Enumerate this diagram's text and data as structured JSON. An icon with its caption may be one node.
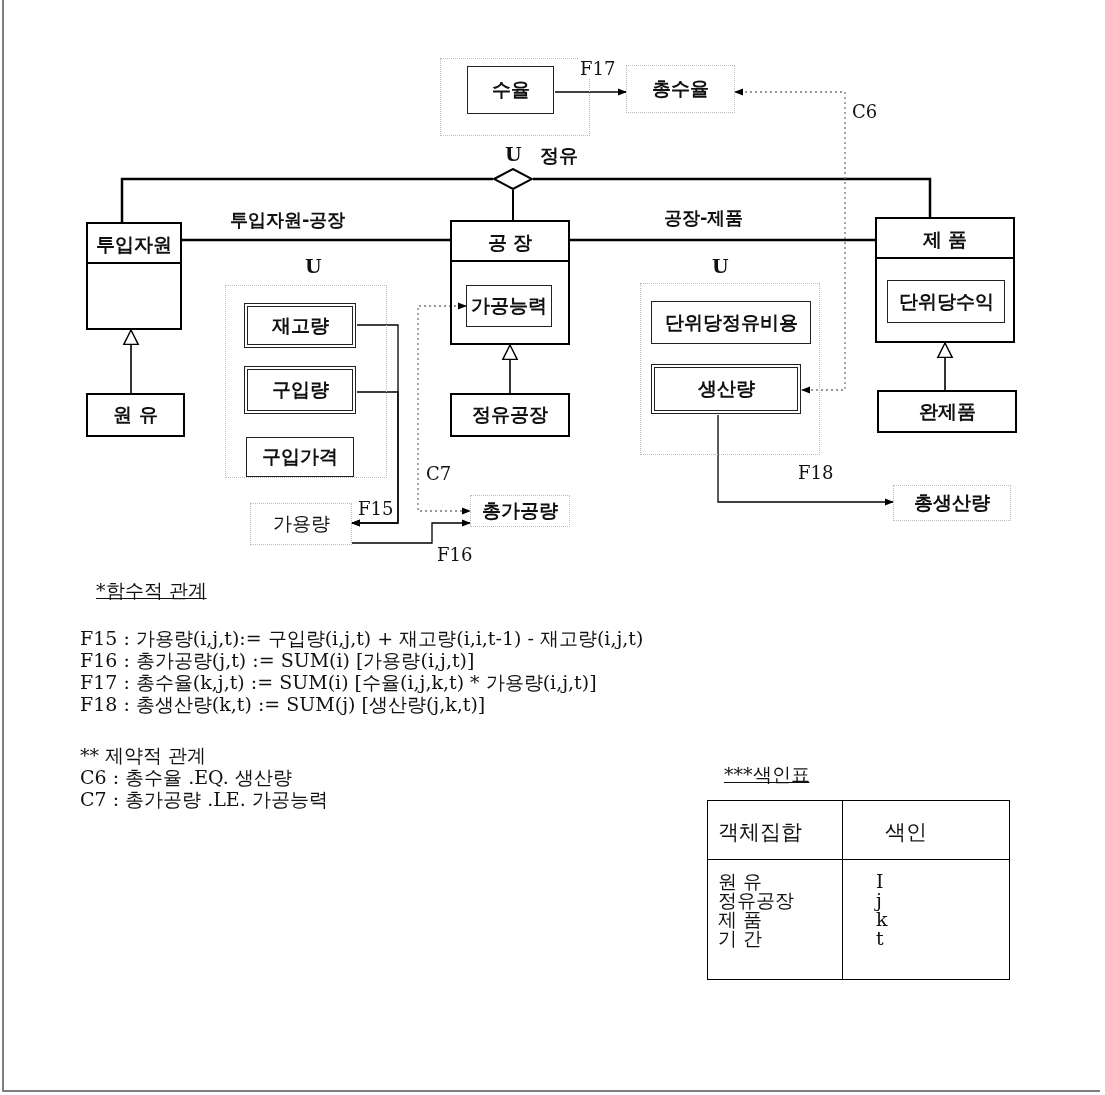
{
  "diagram": {
    "nodes": [
      {
        "text": [
          "투입자원"
        ]
      },
      {
        "text": [
          "공 장"
        ]
      },
      {
        "text": [
          "제 품"
        ]
      },
      {
        "text": [
          "원 유"
        ]
      },
      {
        "text": [
          "정유공장"
        ]
      },
      {
        "text": [
          "완제품"
        ]
      },
      {
        "text": [
          "가공능력"
        ],
        "in": 1
      },
      {
        "text": [
          "단위당수익"
        ],
        "in": 2
      },
      {
        "text": [],
        "shape": "diamond"
      },
      {
        "text": [],
        "shape": "box"
      },
      {
        "text": [
          "수율"
        ],
        "in": 9
      },
      {
        "text": [
          "총수율"
        ]
      },
      {
        "text": [],
        "shape": "box"
      },
      {
        "text": [
          "재고량"
        ],
        "in": 12
      },
      {
        "text": [
          "구입량"
        ],
        "in": 12
      },
      {
        "text": [
          "구입가격"
        ],
        "in": 12
      },
      {
        "text": [
          "가용량"
        ]
      },
      {
        "text": [
          "총가공량"
        ]
      },
      {
        "text": [],
        "shape": "box"
      },
      {
        "text": [
          "단위당정유비용"
        ],
        "in": 18
      },
      {
        "text": [
          "생산량"
        ],
        "in": 18
      },
      {
        "text": [
          "총생산량"
        ]
      }
    ],
    "edges": [
      {
        "from": 0,
        "to": 1,
        "arrow": "none",
        "label": "투입자원-공장"
      },
      {
        "from": 1,
        "to": 2,
        "arrow": "none",
        "label": "공장-제품"
      },
      {
        "from": 0,
        "to": 8,
        "arrow": "none"
      },
      {
        "from": 8,
        "to": 1,
        "arrow": "none"
      },
      {
        "from": 8,
        "to": 2,
        "arrow": "none"
      },
      {
        "from": 3,
        "to": 0,
        "arrow": "to"
      },
      {
        "from": 4,
        "to": 1,
        "arrow": "to"
      },
      {
        "from": 5,
        "to": 2,
        "arrow": "to"
      },
      {
        "from": 10,
        "to": 11,
        "arrow": "to",
        "label": "F17"
      },
      {
        "from": 13,
        "to": 16,
        "arrow": "to",
        "label": "F15"
      },
      {
        "from": 14,
        "to": 16,
        "arrow": "to"
      },
      {
        "from": 16,
        "to": 17,
        "arrow": "to",
        "label": "F16"
      },
      {
        "from": 20,
        "to": 21,
        "arrow": "to",
        "label": "F18"
      },
      {
        "from": 11,
        "to": 20,
        "arrow": "both",
        "label": "C6",
        "style": "dashed",
        "color": "#777777"
      },
      {
        "from": 6,
        "to": 17,
        "arrow": "both",
        "label": "C7",
        "style": "dashed",
        "color": "#777777"
      }
    ],
    "labels": [
      "U",
      "정유",
      "U",
      "U",
      "*함수적 관계",
      "F15 : 가용량(i,j,t):= 구입량(i,j,t) + 재고량(i,i,t-1) - 재고량(i,j,t)",
      "F16 : 총가공량(j,t) := SUM(i) [가용량(i,j,t)]",
      "F17 : 총수율(k,j,t) := SUM(i) [수율(i,j,k,t) * 가용량(i,j,t)]",
      "F18 : 총생산량(k,t) := SUM(j) [생산량(j,k,t)]",
      "** 제약적 관계",
      "C6 : 총수율 .EQ. 생산량",
      "C7 : 총가공량 .LE. 가공능력",
      "***색인표",
      "객체집합",
      "색인",
      "원 유",
      "I",
      "정유공장",
      "j",
      "제 품",
      "k",
      "기 간",
      "t"
    ]
  }
}
